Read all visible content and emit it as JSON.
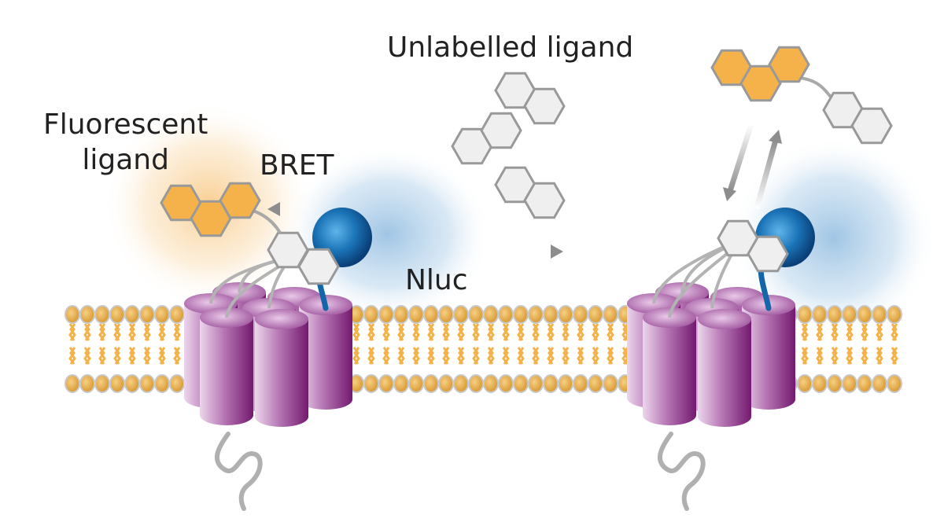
{
  "labels": {
    "unlabelled_ligand": "Unlabelled ligand",
    "fluorescent_line1": "Fluorescent",
    "fluorescent_line2": "ligand",
    "bret": "BRET",
    "nluc": "Nluc"
  },
  "colors": {
    "membrane_head": "#f0b75a",
    "membrane_head_edge": "#c8c8c8",
    "membrane_tail": "#f4b24a",
    "cylinder_light": "#e6cce6",
    "cylinder_dark": "#7b2278",
    "nluc_sphere": "#1474b8",
    "nluc_tether": "#1566a8",
    "fluorescent_hex": "#f5b24a",
    "unlabelled_hex": "#efefef",
    "hex_edge": "#999999",
    "blue_glow": "#a7c9e6",
    "orange_glow": "#f7cf95",
    "arrow": "#9a9a9a"
  },
  "icons": [
    "fluorescent-ligand-hexagons",
    "unlabelled-ligand-hexagons",
    "nluc-sphere",
    "gpcr-cylinders",
    "lipid-bilayer",
    "bret-arrow",
    "displacement-arrow",
    "binding-arrows"
  ]
}
